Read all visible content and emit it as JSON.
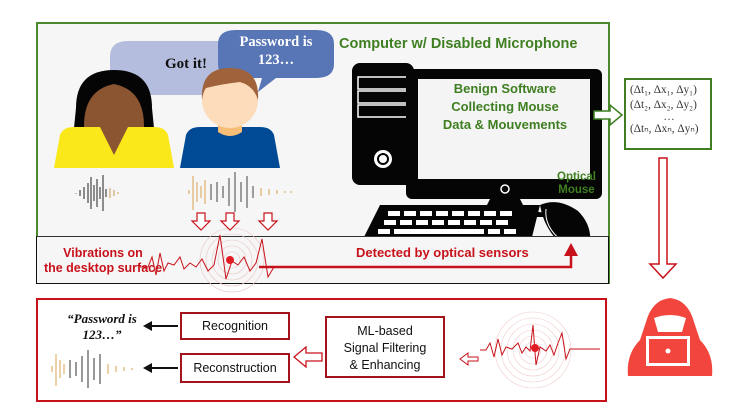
{
  "top_panel": {
    "title": "Computer w/ Disabled Microphone",
    "bubbles": {
      "listener": "Got it!",
      "speaker_line1": "Password is",
      "speaker_line2": "123…"
    },
    "monitor_text": [
      "Benign Software",
      "Collecting Mouse",
      "Data & Mouvements"
    ],
    "mouse_label": [
      "Optical",
      "Mouse"
    ],
    "vibration_label": [
      "Vibrations on",
      "the desktop surface"
    ],
    "detected_label": "Detected by optical sensors"
  },
  "vector_box": {
    "rows": [
      "(Δt₁, Δx₁, Δy₁)",
      "(Δt₂, Δx₂, Δy₂)",
      "…",
      "(Δtₙ, Δxₙ, Δyₙ)"
    ]
  },
  "bottom_panel": {
    "recovered_quote": [
      "“Password is",
      "123…”"
    ],
    "recognition_label": "Recognition",
    "reconstruction_label": "Reconstruction",
    "ml_box": [
      "ML-based",
      "Signal Filtering",
      "& Enhancing"
    ]
  },
  "colors": {
    "green": "#3f7f22",
    "red": "#c8121b",
    "attacker": "#f2453d"
  }
}
